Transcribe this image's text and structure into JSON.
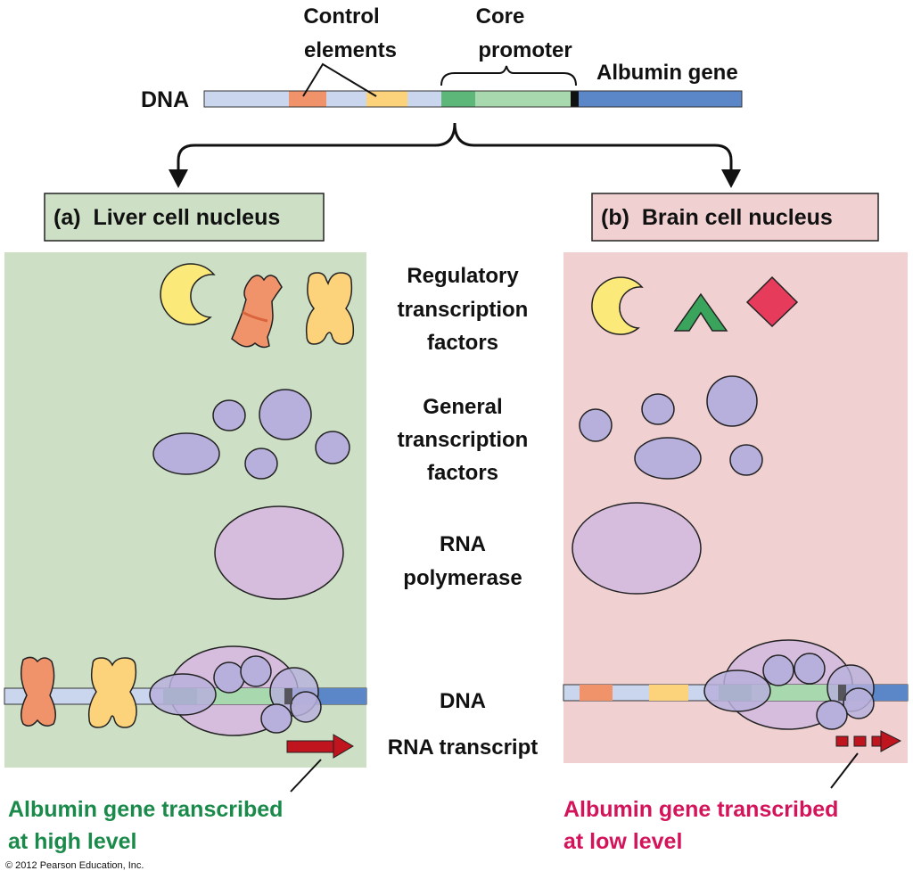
{
  "top": {
    "dna_label": "DNA",
    "control_elements_label": [
      "Control",
      "elements"
    ],
    "core_promoter_label": [
      "Core",
      "promoter"
    ],
    "gene_label": "Albumin gene"
  },
  "panels": {
    "liver": {
      "title": "(a)  Liver cell nucleus",
      "outcome": [
        "Albumin gene transcribed",
        "at high level"
      ]
    },
    "brain": {
      "title": "(b)  Brain cell nucleus",
      "outcome": [
        "Albumin gene transcribed",
        "at low level"
      ]
    }
  },
  "center_labels": {
    "regulatory": [
      "Regulatory",
      "transcription",
      "factors"
    ],
    "general": [
      "General",
      "transcription",
      "factors"
    ],
    "polymerase": [
      "RNA",
      "polymerase"
    ],
    "dna": "DNA",
    "transcript": "RNA transcript"
  },
  "copyright": "© 2012 Pearson Education, Inc.",
  "colors": {
    "liver_bg": "#cde0c6",
    "brain_bg": "#f1d0d2",
    "liver_text": "#1a8a4a",
    "brain_text": "#d4145a",
    "dna_light": "#c9d6ee",
    "dna_gene": "#5b87c9",
    "control_1": "#f0936a",
    "control_2": "#fcd27a",
    "promoter_dark": "#5cb779",
    "promoter_light": "#a8d8ad",
    "gtf": "#b7b0dc",
    "polymerase": "#d6bcdd",
    "arrow_red": "#c0141f"
  }
}
